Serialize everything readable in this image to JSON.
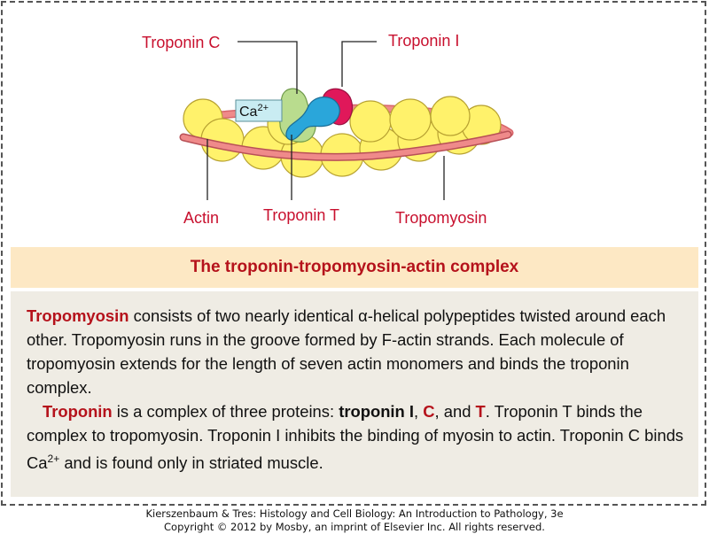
{
  "diagram": {
    "labels": {
      "troponin_c": "Troponin C",
      "troponin_i": "Troponin I",
      "actin": "Actin",
      "troponin_t": "Troponin T",
      "tropomyosin": "Tropomyosin",
      "calcium": "Ca",
      "calcium_charge": "2+"
    },
    "colors": {
      "actin": "#fff26b",
      "tropomyosin": "#ef8a8a",
      "troponin_c": "#b9dc8e",
      "troponin_i": "#e0185a",
      "troponin_t": "#2aa6da",
      "label_red": "#c8102e"
    }
  },
  "title": "The troponin-tropomyosin-actin complex",
  "description": {
    "p1": {
      "lead": "Tropomyosin",
      "text_a": " consists of two nearly identical ",
      "alpha": "α",
      "text_b": "-helical polypeptides twisted around each other. Tropomyosin runs in the groove formed by F-actin strands.  Each molecule of tropomyosin extends for the length of seven actin monomers and binds the troponin complex."
    },
    "p2": {
      "lead": "Troponin",
      "text_a": " is a complex of three proteins: ",
      "b1": "troponin I",
      "comma1": ", ",
      "b2": "C",
      "and": ", and ",
      "b3": "T",
      "text_b": ". Troponin T binds the complex to tropomyosin. Troponin I inhibits the binding of myosin to actin. Troponin C binds Ca",
      "sup": "2+",
      "text_c": " and is found only in striated muscle."
    }
  },
  "credit": {
    "line1": "Kierszenbaum & Tres: Histology and Cell Biology: An Introduction to Pathology, 3e",
    "line2": "Copyright © 2012 by Mosby, an imprint of Elsevier Inc. All rights reserved."
  }
}
